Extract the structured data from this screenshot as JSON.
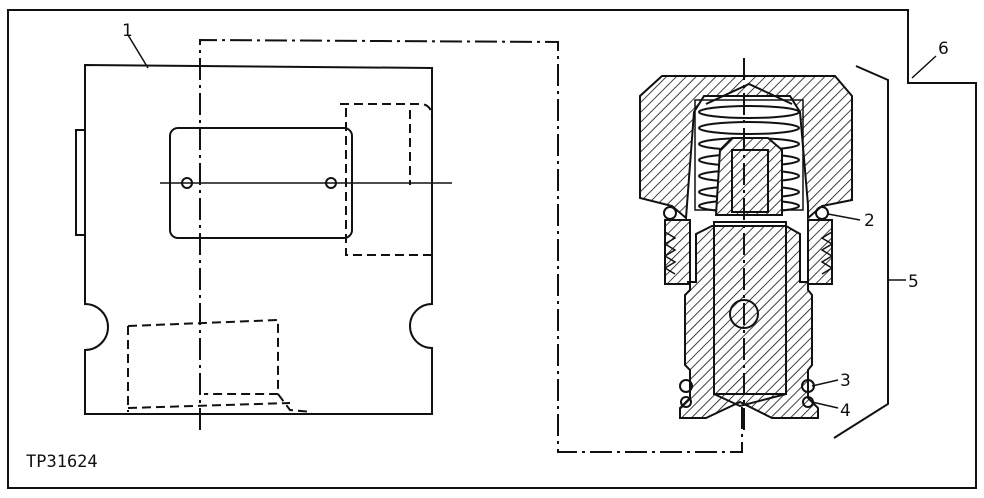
{
  "figure": {
    "reference_code": "TP31624",
    "callouts": [
      {
        "id": "1",
        "label": "1"
      },
      {
        "id": "2",
        "label": "2"
      },
      {
        "id": "3",
        "label": "3"
      },
      {
        "id": "4",
        "label": "4"
      },
      {
        "id": "5",
        "label": "5"
      },
      {
        "id": "6",
        "label": "6"
      }
    ]
  }
}
